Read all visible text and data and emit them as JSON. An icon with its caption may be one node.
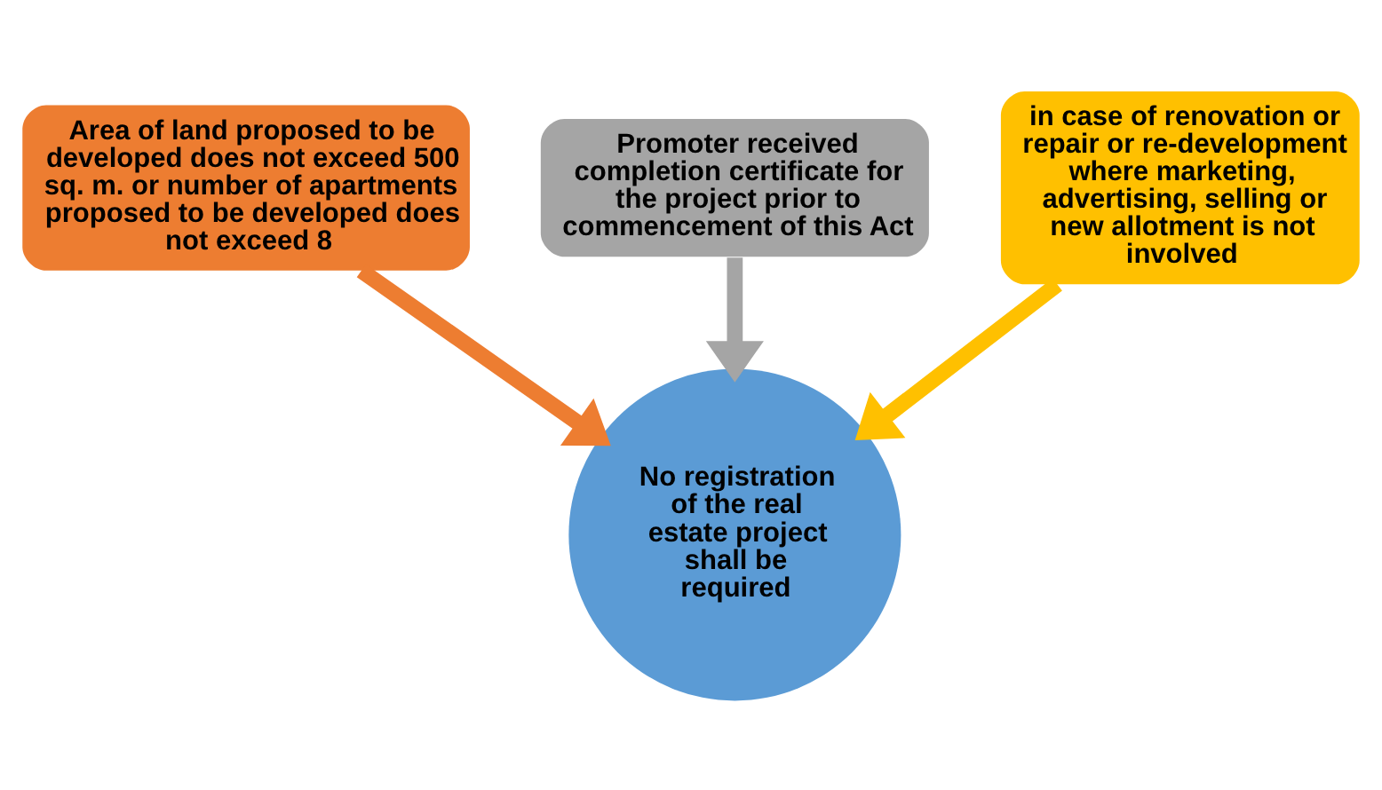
{
  "diagram": {
    "nodes": [
      {
        "text": [
          "Promoter received completion certificate for the project prior to commencement of this Act"
        ]
      },
      {
        "text": [
          "Area of land proposed to be developed does not exceed 500 sq. m. or number of apartments proposed to be developed does not exceed 8"
        ]
      },
      {
        "text": [
          "in case of renovation or repair or re-development where marketing, advertising, selling or new allotment is not involved"
        ]
      },
      {
        "text": [
          "No registration of the real estate project shall be required"
        ]
      }
    ],
    "edges": [
      {
        "from": 0,
        "to": 3,
        "arrow": "to",
        "color": "#a5a5a5"
      },
      {
        "from": 1,
        "to": 3,
        "arrow": "to",
        "color": "#ed7d31"
      },
      {
        "from": 2,
        "to": 3,
        "arrow": "to",
        "color": "#ffc000"
      }
    ]
  }
}
